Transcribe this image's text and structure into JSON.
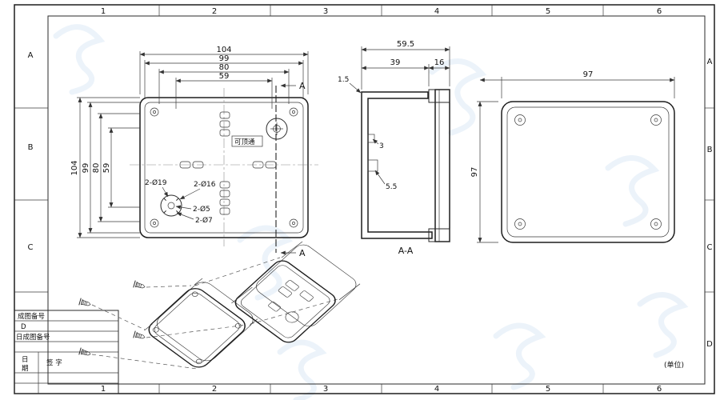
{
  "zones": {
    "top": [
      "1",
      "2",
      "3",
      "4",
      "5",
      "6"
    ],
    "bottom": [
      "1",
      "2",
      "3",
      "4",
      "5",
      "6"
    ],
    "left": [
      "A",
      "B",
      "C"
    ],
    "right": [
      "A",
      "B",
      "C",
      "D"
    ]
  },
  "title_block": {
    "r1": "成图备号",
    "r2": "D",
    "r3": "日成图备号",
    "date_top": "日",
    "date_bottom": "期",
    "sign": "签 字"
  },
  "unit_note": "(单位)",
  "front": {
    "dims_top": [
      "104",
      "99",
      "80",
      "59"
    ],
    "dims_left": [
      "104",
      "99",
      "80",
      "59"
    ],
    "callout_d19": "2-Ø19",
    "callout_d16": "2-Ø16",
    "callout_d5": "2-Ø5",
    "callout_d7": "2-Ø7",
    "knockout": "可顶通",
    "section_a_top": "A",
    "section_a_bottom": "A"
  },
  "section": {
    "overall": "59.5",
    "body": "39",
    "lid": "16",
    "lip": "1.5",
    "step": "3",
    "boss": "5.5",
    "label": "A-A"
  },
  "back": {
    "width": "97",
    "height": "97"
  },
  "colors": {
    "watermark": "#7aa7dc",
    "line": "#1d1d1d"
  }
}
